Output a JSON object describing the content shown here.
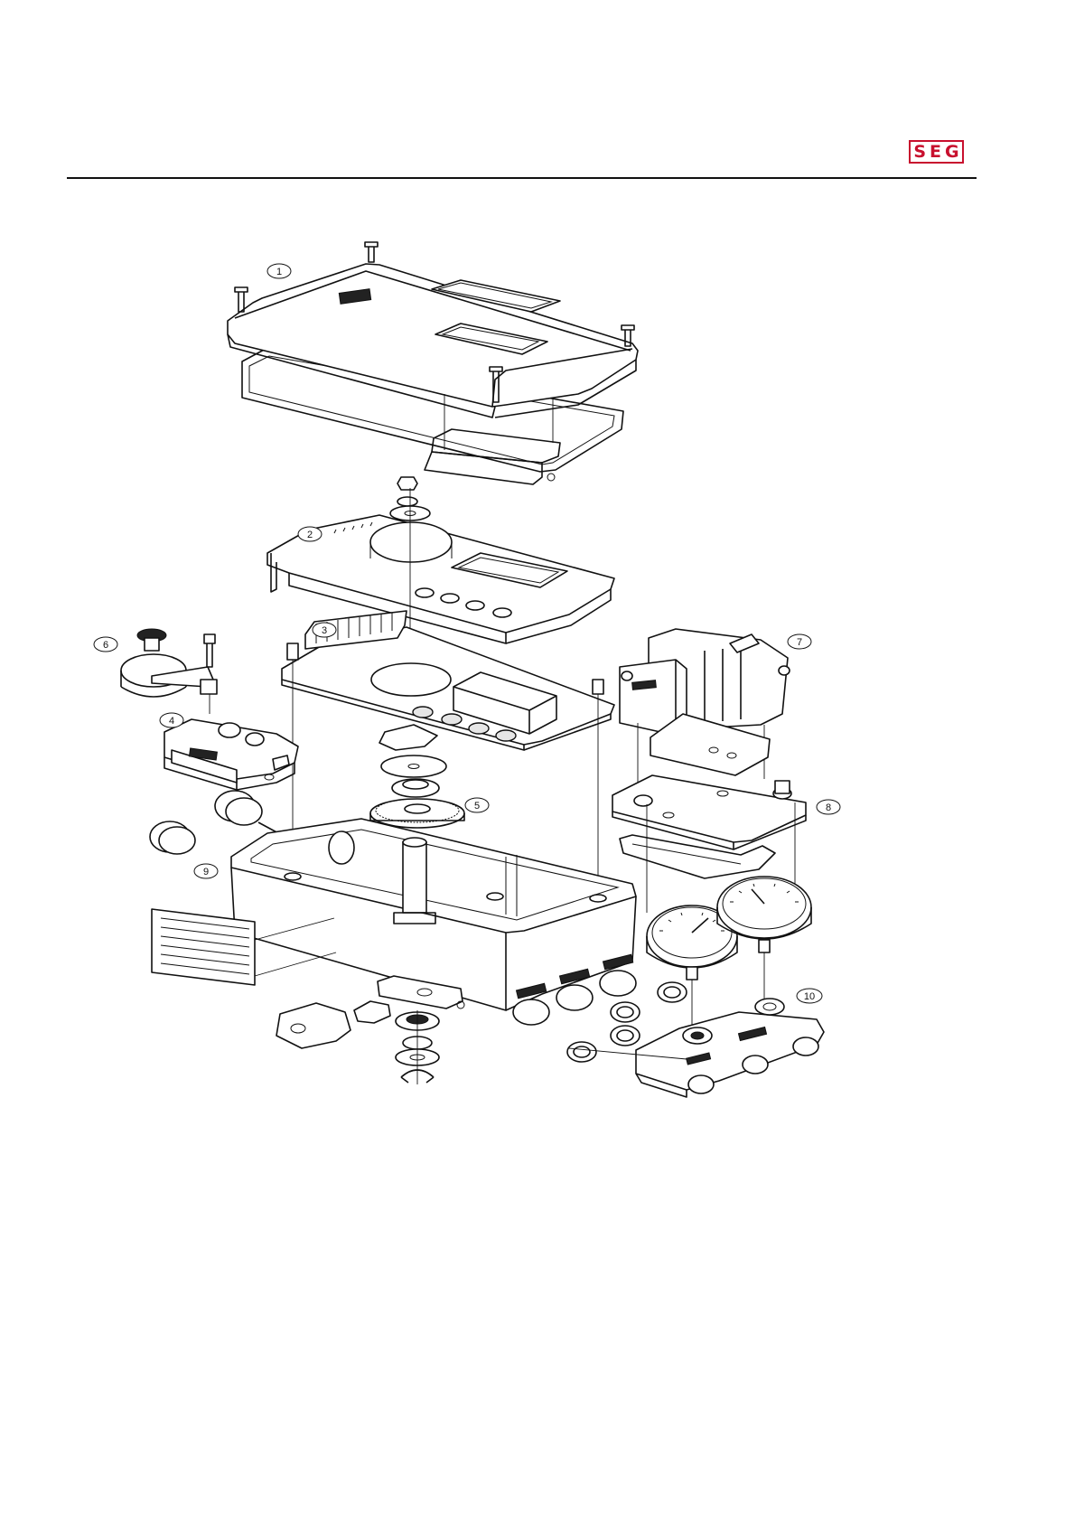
{
  "header": {
    "logo_text": "SEG",
    "brand_color": "#c8102e"
  },
  "diagram": {
    "callouts": [
      {
        "id": "c1",
        "label": "1"
      },
      {
        "id": "c2",
        "label": "2"
      },
      {
        "id": "c3",
        "label": "3"
      },
      {
        "id": "c4",
        "label": "4"
      },
      {
        "id": "c5",
        "label": "5"
      },
      {
        "id": "c6",
        "label": "6"
      },
      {
        "id": "c7",
        "label": "7"
      },
      {
        "id": "c8",
        "label": "8"
      },
      {
        "id": "c9",
        "label": "9"
      },
      {
        "id": "c10",
        "label": "10"
      }
    ]
  }
}
